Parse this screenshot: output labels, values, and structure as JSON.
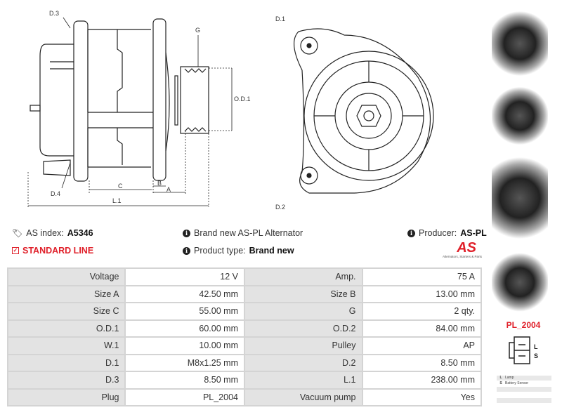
{
  "drawing": {
    "labels": {
      "d3": "D.3",
      "d4": "D.4",
      "g": "G",
      "od1": "O.D.1",
      "a": "A",
      "b": "B",
      "c": "C",
      "l1": "L.1",
      "d1": "D.1",
      "d2": "D.2"
    }
  },
  "info": {
    "as_index_label": "AS index:",
    "as_index_value": "A5346",
    "standard_line": "STANDARD LINE",
    "description": "Brand new AS-PL Alternator",
    "product_type_label": "Product type:",
    "product_type_value": "Brand new",
    "producer_label": "Producer:",
    "producer_value": "AS-PL",
    "logo_text": "AS",
    "logo_tagline": "Alternators, Starters & Parts",
    "accent": "#e0202a"
  },
  "specs": [
    [
      "Voltage",
      "12 V",
      "Amp.",
      "75 A"
    ],
    [
      "Size A",
      "42.50 mm",
      "Size B",
      "13.00 mm"
    ],
    [
      "Size C",
      "55.00 mm",
      "G",
      "2 qty."
    ],
    [
      "O.D.1",
      "60.00 mm",
      "O.D.2",
      "84.00 mm"
    ],
    [
      "W.1",
      "10.00 mm",
      "Pulley",
      "AP"
    ],
    [
      "D.1",
      "M8x1.25 mm",
      "D.2",
      "8.50 mm"
    ],
    [
      "D.3",
      "8.50 mm",
      "L.1",
      "238.00 mm"
    ],
    [
      "Plug",
      "PL_2004",
      "Vacuum pump",
      "Yes"
    ]
  ],
  "plug": {
    "name": "PL_2004",
    "pins": [
      {
        "pin": "L",
        "desc": "Lamp"
      },
      {
        "pin": "S",
        "desc": "Battery Sensor"
      }
    ]
  }
}
